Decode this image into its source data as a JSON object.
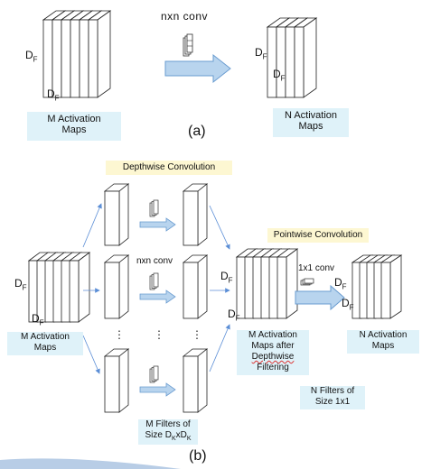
{
  "panel_a": {
    "conv_label": "nxn conv",
    "df_label": "D",
    "df_sub": "F",
    "input_label_line1": "M Activation",
    "input_label_line2": "Maps",
    "output_label_line1": "N Activation",
    "output_label_line2": "Maps",
    "caption": "(a)"
  },
  "panel_b": {
    "depthwise_title": "Depthwise Convolution",
    "pointwise_title": "Pointwise Convolution",
    "nxn_conv_label": "nxn conv",
    "one_by_one_label": "1x1 conv",
    "df_label": "D",
    "df_sub": "F",
    "input_label_line1": "M Activation",
    "input_label_line2": "Maps",
    "middle_label_line1": "M Activation",
    "middle_label_line2": "Maps after",
    "middle_label_line3": "Depthwise",
    "middle_label_line4": "Filtering",
    "output_label_line1": "N Activation",
    "output_label_line2": "Maps",
    "n_filters_line1": "N Filters of",
    "n_filters_line2": "Size 1x1",
    "m_filters_line1": "M Filters of",
    "m_filters_line2_prefix": "Size D",
    "m_filters_sub_k": "K",
    "m_filters_x": "xD",
    "dots": "⋮",
    "caption": "(b)"
  },
  "colors": {
    "label_bg": "#dff2f9",
    "title_bg": "#fdf7d2",
    "arrow_fill": "#b8d4ee",
    "arrow_stroke": "#6a9cd0",
    "thin_arrow": "#5b8ed6"
  }
}
